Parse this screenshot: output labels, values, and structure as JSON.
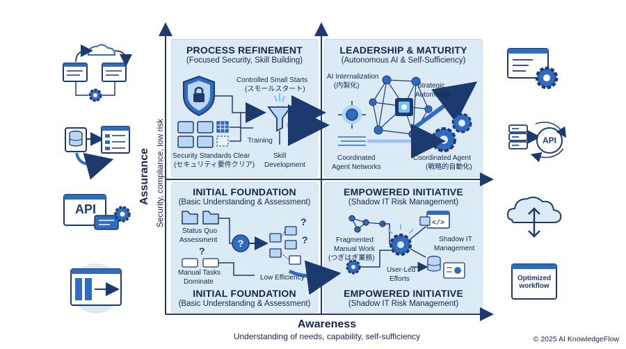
{
  "quadrants": {
    "top_left": {
      "title": "PROCESS REFINEMENT",
      "subtitle": "(Focused Security, Skill Building)",
      "labels": {
        "small_starts": "Controlled Small Starts",
        "small_starts_jp": "(スモールスタート)",
        "training": "Training",
        "standards": "Security Standards Clear",
        "standards_jp": "(セキュリティ要件クリア)",
        "skill": "Skill",
        "development": "Development"
      }
    },
    "top_right": {
      "title": "LEADERSHIP & MATURITY",
      "subtitle": "(Autonomous AI & Self-Sufficiency)",
      "labels": {
        "internalization": "AI Internalization",
        "internalization_jp": "(内製化)",
        "strategic": "Strategic",
        "automation": "Automation",
        "coordinated": "Coordinated",
        "agent_networks": "Agent Networks",
        "coordinated_agent": "Coordinated Agent",
        "coordinated_agent_jp": "(戦略的自動化)"
      }
    },
    "bottom_left": {
      "title": "INITIAL FOUNDATION",
      "subtitle": "(Basic Understanding & Assessment)",
      "title_repeat": "INITIAL FOUNDATION",
      "subtitle_repeat": "(Basic Understanding & Assessment)",
      "labels": {
        "status_quo": "Status Quo",
        "assessment": "Assessment",
        "manual_tasks": "Manual Tasks",
        "dominate": "Dominate",
        "low_efficiency": "Low Efficiency"
      }
    },
    "bottom_right": {
      "title": "EMPOWERED INITIATIVE",
      "subtitle": "(Shadow IT Risk Management)",
      "title_repeat": "EMPOWERED INITIATIVE",
      "subtitle_repeat": "(Shadow IT Risk Management)",
      "labels": {
        "fragmented": "Fragmented",
        "manual_work": "Manual Work",
        "manual_work_jp": "(つぎはぎ業務)",
        "shadow_it": "Shadow IT",
        "management": "Management",
        "user_led": "User-Led",
        "efforts": "Efforts"
      }
    }
  },
  "axes": {
    "y_title": "Assurance",
    "y_subtitle": "Security, compliance, low risk",
    "x_title": "Awareness",
    "x_subtitle": "Understanding of needs, capability, self-sufficiency"
  },
  "side_icons": {
    "api_left": "API",
    "api_right": "API",
    "workflow_line1": "Optimized",
    "workflow_line2": "workflow"
  },
  "footer": {
    "copyright": "© 2025 AI KnowledgeFlow"
  },
  "colors": {
    "navy": "#1d3a6e",
    "blue": "#2f6cc0",
    "light_blue": "#b9d6f2",
    "panel": "#dceaf6",
    "node_glow": "#6fc3ee"
  }
}
